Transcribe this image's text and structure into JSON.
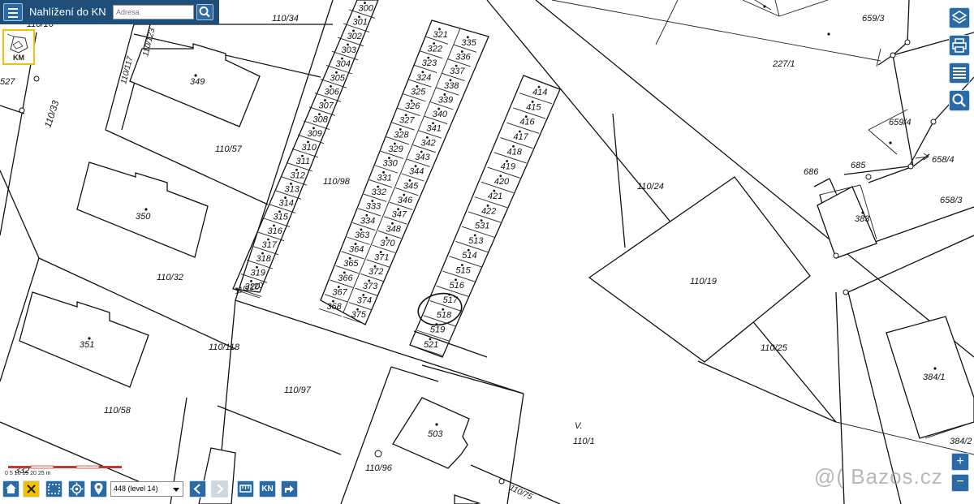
{
  "header": {
    "title": "Nahlížení do KN",
    "search_placeholder": "Adresa"
  },
  "layer_switch": {
    "label": "KM"
  },
  "parcels": {
    "p110_16": "110/16",
    "p527": "527",
    "p110_33": "110/33",
    "p110_117": "110/117",
    "p110_123": "110/123",
    "p349": "349",
    "p110_34": "110/34",
    "p110_57": "110/57",
    "p110_98": "110/98",
    "p350": "350",
    "p110_32": "110/32",
    "p351": "351",
    "p110_118": "110/118",
    "p110_58": "110/58",
    "p110_97": "110/97",
    "p110_120": "110/120",
    "p503": "503",
    "p110_96": "110/96",
    "p110_75": "110/75",
    "p332": "332",
    "p110_1": "110/1",
    "p110_24": "110/24",
    "p110_19": "110/19",
    "p110_25": "110/25",
    "p227_1": "227/1",
    "p659_3": "659/3",
    "p659_4": "659/4",
    "p658_4": "658/4",
    "p686": "686",
    "p685": "685",
    "p383": "383",
    "p658_3": "658/3",
    "p384_1": "384/1",
    "p384_2": "384/2"
  },
  "garage_row_a": [
    "300",
    "301",
    "302",
    "303",
    "304",
    "305",
    "306",
    "307",
    "308",
    "309",
    "310",
    "311",
    "312",
    "313",
    "314",
    "315",
    "316",
    "317",
    "318",
    "319",
    "320"
  ],
  "garage_row_b_left": [
    "321",
    "322",
    "323",
    "324",
    "325",
    "326",
    "327",
    "328",
    "329",
    "330",
    "331",
    "332",
    "333",
    "334",
    "363",
    "364",
    "365",
    "366",
    "367",
    "368"
  ],
  "garage_row_b_right": [
    "335",
    "336",
    "337",
    "338",
    "339",
    "340",
    "341",
    "342",
    "343",
    "344",
    "345",
    "346",
    "347",
    "348",
    "370",
    "371",
    "372",
    "373",
    "374",
    "375"
  ],
  "garage_row_c": [
    "414",
    "415",
    "416",
    "417",
    "418",
    "419",
    "420",
    "421",
    "422",
    "531",
    "513",
    "514",
    "515",
    "516",
    "517",
    "518",
    "519",
    "521"
  ],
  "map_symbol": "V.",
  "scale_bar": {
    "ticks": "0   5   10   15   20   25 m"
  },
  "scale_select": {
    "value": "448 (level 14)"
  },
  "toolbar": {
    "kn_label": "KN"
  },
  "zoom": {
    "in": "+",
    "out": "−"
  },
  "watermark": "@( Bazos.cz"
}
